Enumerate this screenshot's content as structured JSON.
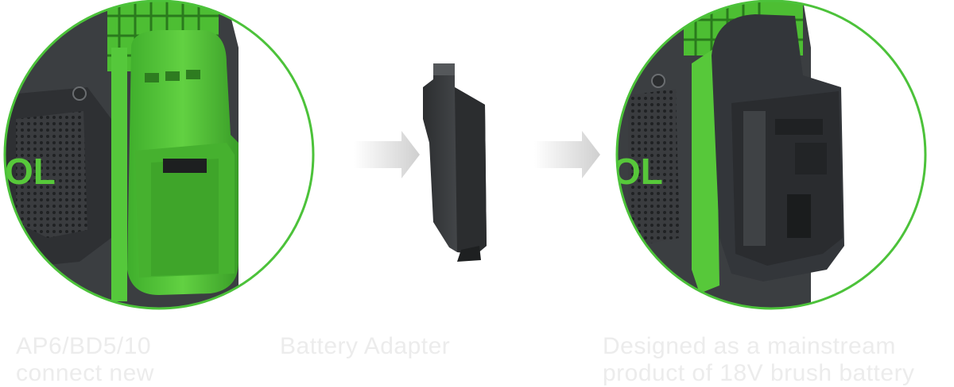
{
  "captions": {
    "left": {
      "line1": "AP6/BD5/10",
      "line2": "connect new"
    },
    "middle": {
      "line1": "Battery Adapter"
    },
    "right": {
      "line1": "Designed as a mainstream",
      "line2": "product of 18V brush battery"
    }
  },
  "visual": {
    "brand_fragment": "OL",
    "colors": {
      "ring": "#4cc23a",
      "accent_green": "#57c83a",
      "dark_body": "#3d4043",
      "arrow": "#d5d5d5"
    }
  }
}
